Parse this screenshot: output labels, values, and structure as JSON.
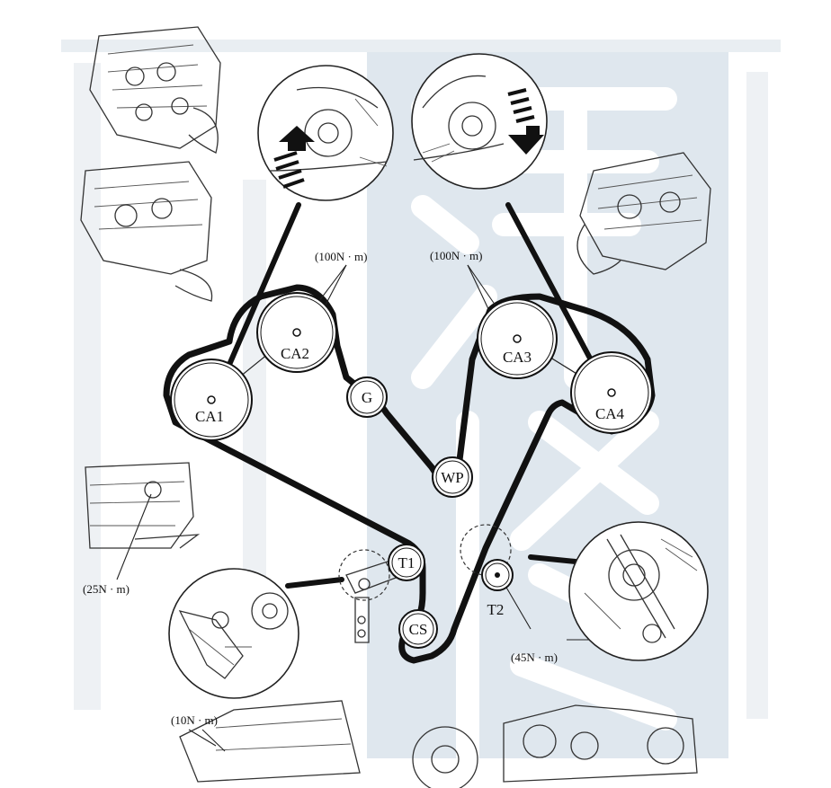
{
  "diagram": {
    "colors": {
      "belt": "#111111",
      "watermark_panel": "#dfe7ee",
      "watermark_glyph": "#ffffff",
      "line": "#222222"
    },
    "pulleys": {
      "ca1": "CA1",
      "ca2": "CA2",
      "ca3": "CA3",
      "ca4": "CA4",
      "g": "G",
      "wp": "WP",
      "t1": "T1",
      "t2": "T2",
      "cs": "CS"
    },
    "torques": {
      "camshaft_left": "(100N · m)",
      "camshaft_right": "(100N · m)",
      "tensioner_bolt": "(25N · m)",
      "tensioner_pulley": "(45N · m)",
      "bottom_left": "(10N · m)"
    },
    "icons": [
      "rotation-arrow-up-icon",
      "rotation-arrow-down-icon"
    ]
  }
}
